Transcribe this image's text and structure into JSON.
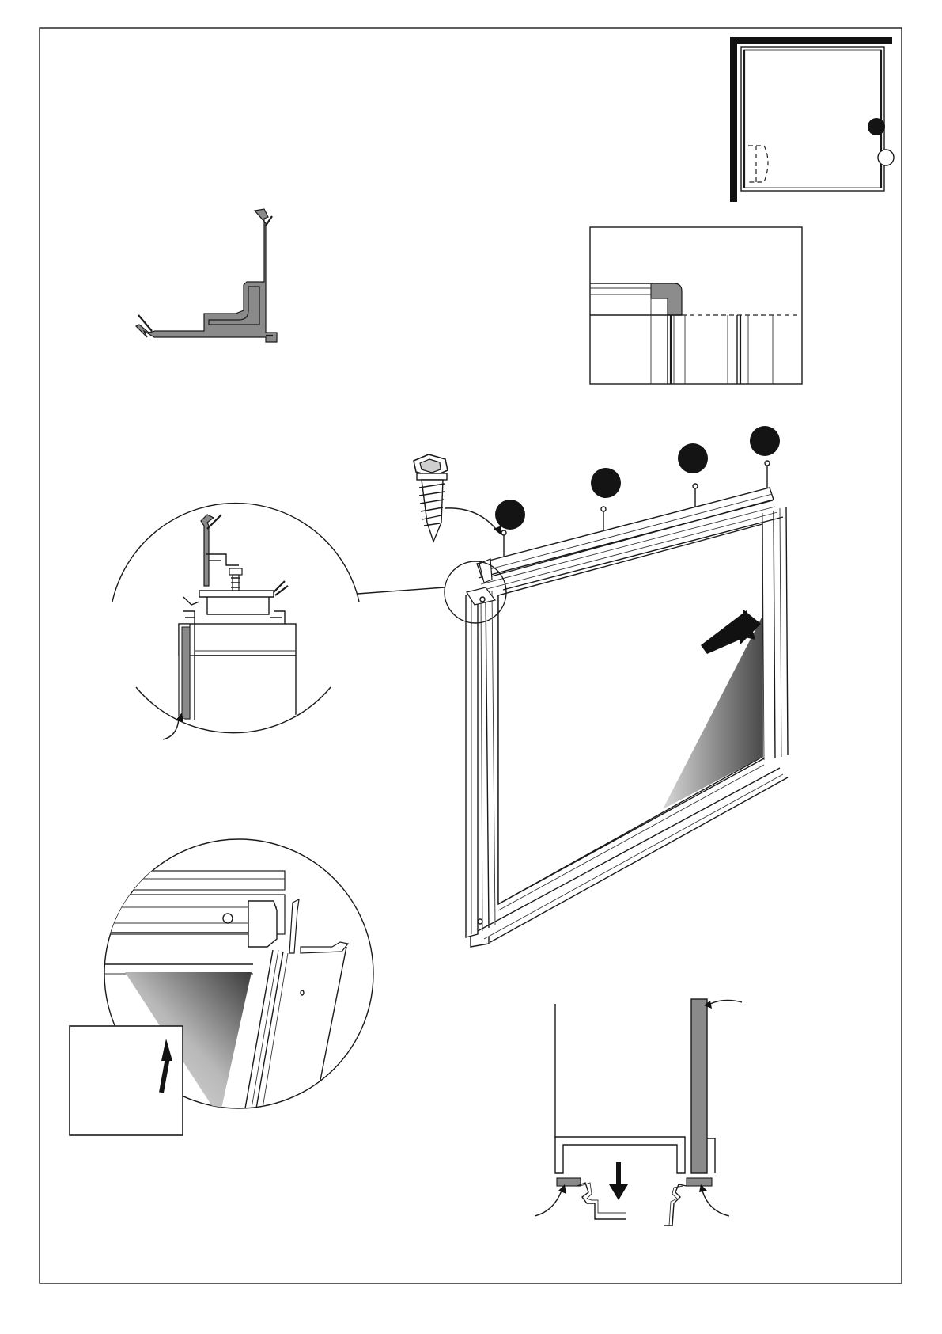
{
  "diagram": {
    "kind": "assembly-instruction-sheet",
    "accent_colors": {
      "line": "#1a1a1a",
      "profile_fill": "#8a8a8a",
      "marker": "#141414"
    },
    "panels": [
      {
        "id": "location-plan",
        "description_icon": "enclosure-plan-icon"
      },
      {
        "id": "corner-profile-section",
        "description_icon": "profile-section-icon"
      },
      {
        "id": "top-corner-detail",
        "description_icon": "detail-view-icon"
      },
      {
        "id": "screw-callout",
        "description_icon": "self-drilling-screw-icon"
      },
      {
        "id": "frame-assembly",
        "description_icon": "frame-isometric-icon"
      },
      {
        "id": "top-joint-magnifier",
        "description_icon": "magnifier-circle-icon"
      },
      {
        "id": "corner-magnifier",
        "description_icon": "magnifier-circle-icon"
      },
      {
        "id": "bottom-seal-section",
        "description_icon": "seal-section-icon"
      }
    ],
    "step_markers": 5
  }
}
